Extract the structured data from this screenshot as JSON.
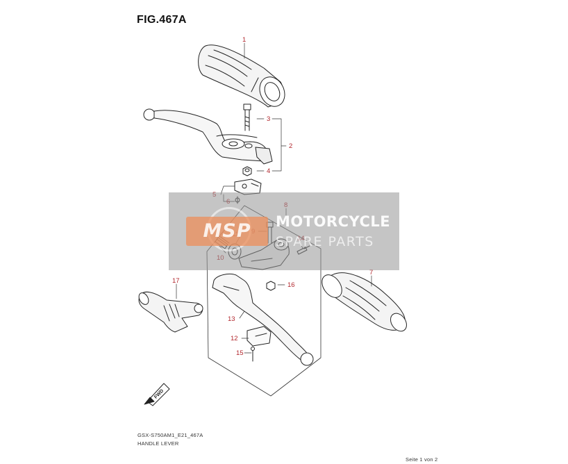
{
  "figure": {
    "title": "FIG.467A",
    "model_code": "GSX-S750AM1_E21_467A",
    "caption": "HANDLE LEVER",
    "page_indicator": "Seite 1 von 2"
  },
  "callouts": [
    "1",
    "2",
    "3",
    "4",
    "5",
    "6",
    "7",
    "8",
    "9",
    "10",
    "11",
    "12",
    "13",
    "14",
    "15",
    "16",
    "17"
  ],
  "direction_badge": "FWD",
  "watermark": {
    "logo": "MSP",
    "line1": "MOTORCYCLE",
    "line2": "SPARE PARTS"
  },
  "colors": {
    "callout": "#b2272d",
    "linework": "#222222"
  }
}
